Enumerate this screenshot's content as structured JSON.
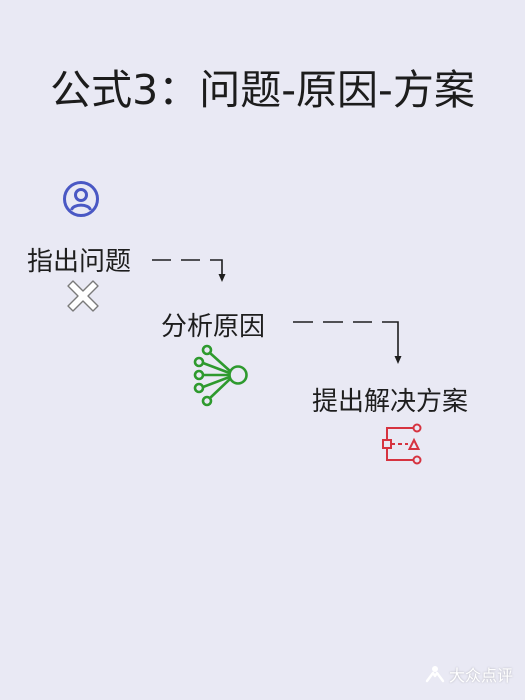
{
  "title": "公式3：问题-原因-方案",
  "steps": [
    {
      "label": "指出问题",
      "icon": "cross-icon"
    },
    {
      "label": "分析原因",
      "icon": "network-icon"
    },
    {
      "label": "提出解决方案",
      "icon": "flow-diagram-icon"
    }
  ],
  "user_icon": "user-icon",
  "colors": {
    "background": "#e9e9f4",
    "user_icon": "#4a58c4",
    "network_icon": "#2e9a2e",
    "flow_icon": "#d63340"
  },
  "watermark": "大众点评"
}
